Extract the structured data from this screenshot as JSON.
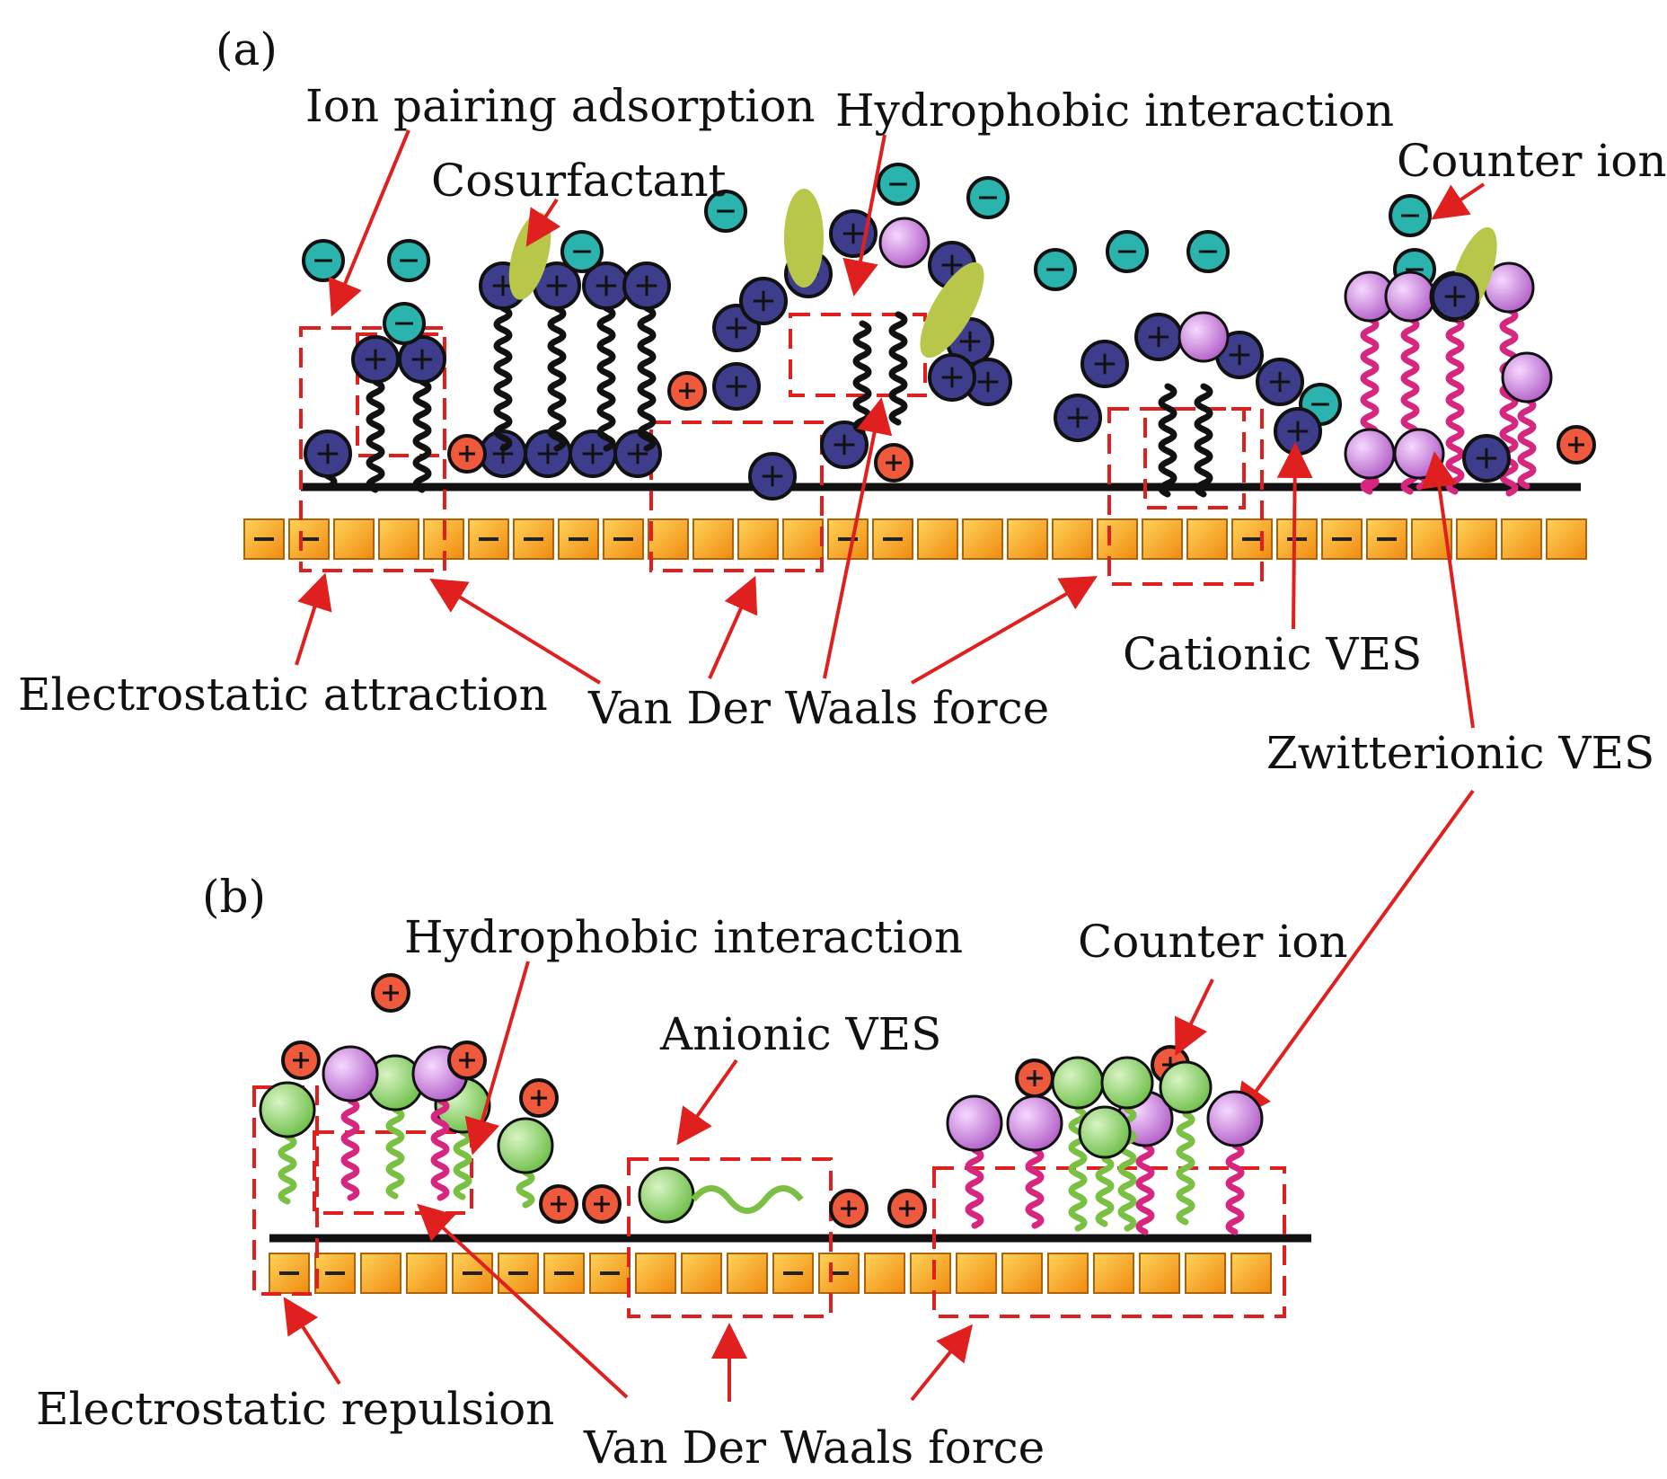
{
  "panel_a": {
    "tag": "(a)",
    "labels": {
      "ion_pairing": "Ion pairing adsorption",
      "hydrophobic": "Hydrophobic interaction",
      "counter_ion": "Counter ion",
      "cosurfactant": "Cosurfactant",
      "electrostatic_attraction": "Electrostatic attraction",
      "van_der_waals": "Van Der Waals force",
      "cationic_ves": "Cationic VES",
      "zwitterionic_ves": "Zwitterionic VES"
    }
  },
  "panel_b": {
    "tag": "(b)",
    "labels": {
      "hydrophobic": "Hydrophobic interaction",
      "counter_ion": "Counter ion",
      "anionic_ves": "Anionic VES",
      "electrostatic_repulsion": "Electrostatic repulsion",
      "van_der_waals": "Van Der Waals force"
    }
  },
  "colors": {
    "arrow": "#e0201f",
    "surface_block": "#f7a21b",
    "cation_head": "#3d3d8c",
    "anion_ion": "#2bb3ad",
    "zwitter_head": "#c77ed6",
    "anionic_head": "#8fd06a",
    "cosurfactant": "#b8c64a",
    "tail_black": "#111111",
    "tail_pink": "#d6267f",
    "tail_green": "#7ac043",
    "positive_ion": "#ef5a3c"
  }
}
